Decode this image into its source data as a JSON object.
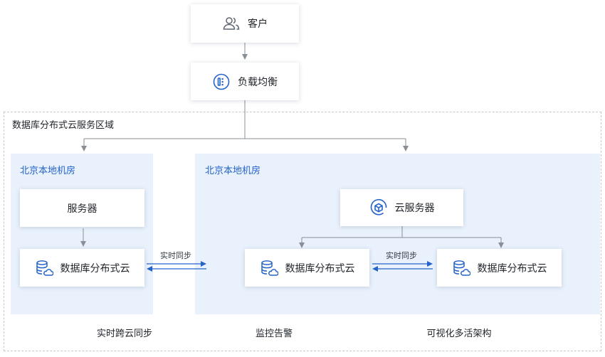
{
  "colors": {
    "accent": "#2563c9",
    "room_bg": "#e9f1fc",
    "connector": "#8a8f96"
  },
  "customer": {
    "label": "客户",
    "icon": "users-icon"
  },
  "load_balancer": {
    "label": "负载均衡",
    "icon": "load-balancer-icon"
  },
  "region": {
    "title": "数据库分布式云服务区域"
  },
  "room_left": {
    "title": "北京本地机房",
    "server": {
      "label": "服务器"
    },
    "database": {
      "label": "数据库分布式云",
      "icon": "database-cloud-icon"
    }
  },
  "room_right": {
    "title": "北京本地机房",
    "cloud_server": {
      "label": "云服务器",
      "icon": "cloud-server-icon"
    },
    "database_a": {
      "label": "数据库分布式云",
      "icon": "database-cloud-icon"
    },
    "database_b": {
      "label": "数据库分布式云",
      "icon": "database-cloud-icon"
    }
  },
  "sync": {
    "cross_room": "实时同步",
    "in_room": "实时同步"
  },
  "captions": [
    "实时跨云同步",
    "监控告警",
    "可视化多活架构"
  ]
}
